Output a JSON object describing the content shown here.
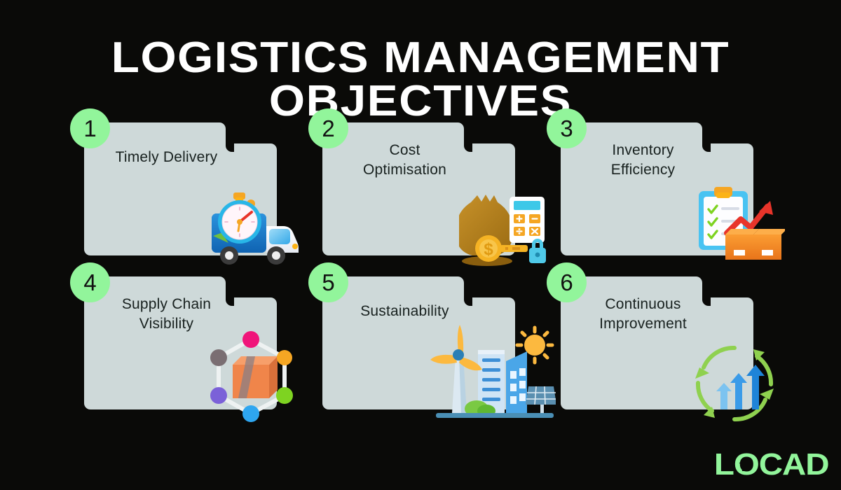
{
  "background_color": "#0a0a08",
  "accent_green": "#92f59b",
  "card_color": "#ced9d9",
  "title": "LOGISTICS MANAGEMENT OBJECTIVES",
  "cards": [
    {
      "number": "1",
      "label": "Timely Delivery",
      "icon_name": "delivery-truck-with-stopwatch-icon",
      "icon_colors": [
        "#1e84d8",
        "#ffffff",
        "#e8342a",
        "#fcb316"
      ]
    },
    {
      "number": "2",
      "label": "Cost\nOptimisation",
      "icon_name": "money-bag-calculator-key-lock-icon",
      "icon_colors": [
        "#b5831c",
        "#ffffff",
        "#34c6e8",
        "#f5a623"
      ]
    },
    {
      "number": "3",
      "label": "Inventory\nEfficiency",
      "icon_name": "clipboard-checklist-growth-arrow-boxes-icon",
      "icon_colors": [
        "#49c3f2",
        "#ffffff",
        "#e8342a",
        "#f58220"
      ]
    },
    {
      "number": "4",
      "label": "Supply Chain\nVisibility",
      "icon_name": "hexagon-network-nodes-parcel-icon",
      "icon_colors": [
        "#f0157a",
        "#f5a623",
        "#7ed321",
        "#2ea6f0",
        "#7b61d8",
        "#7a6e72",
        "#f58220"
      ]
    },
    {
      "number": "5",
      "label": "Sustainability",
      "icon_name": "wind-turbine-city-solar-panel-sun-icon",
      "icon_colors": [
        "#fcb316",
        "#49a3e8",
        "#a8d8f0",
        "#7ac943"
      ]
    },
    {
      "number": "6",
      "label": "Continuous\nImprovement",
      "icon_name": "circular-arrows-rising-arrows-icon",
      "icon_colors": [
        "#8fd14f",
        "#1e84d8",
        "#4fa8e8",
        "#7cc3f0"
      ]
    }
  ],
  "logo": {
    "text": "LOCAD",
    "color": "#92f59b",
    "icon_name": "up-arrow-in-o-icon"
  }
}
